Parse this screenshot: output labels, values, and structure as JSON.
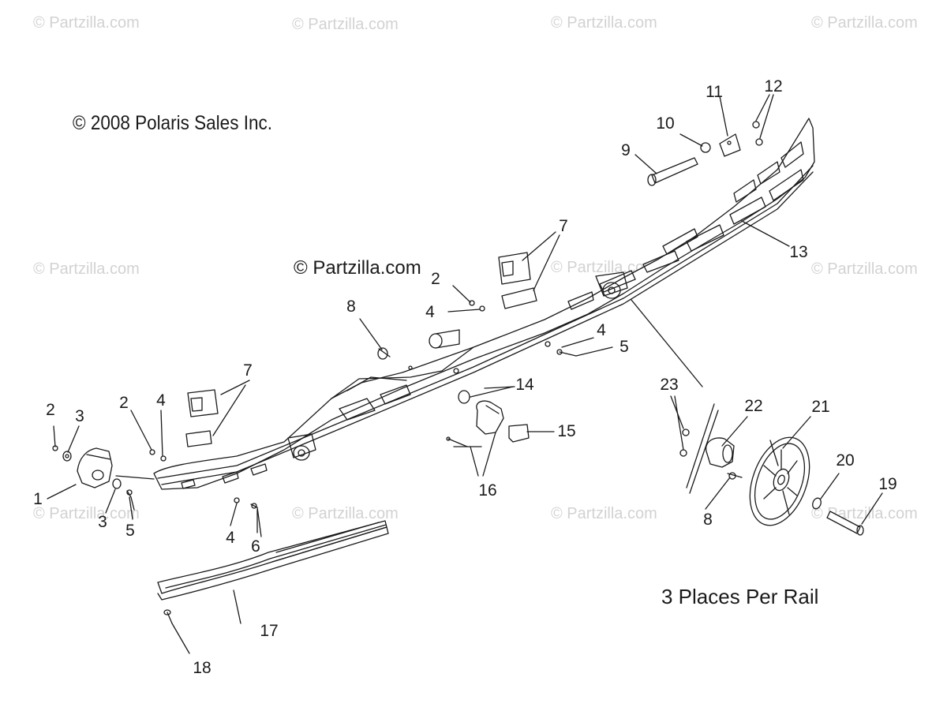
{
  "watermark_text": "© Partzilla.com",
  "copyright": "© 2008 Polaris Sales Inc.",
  "center_watermark": "© Partzilla.com",
  "note": "3 Places Per Rail",
  "callouts": {
    "c1": "1",
    "c2a": "2",
    "c2b": "2",
    "c2c": "2",
    "c3a": "3",
    "c3b": "3",
    "c4a": "4",
    "c4b": "4",
    "c4c": "4",
    "c4d": "4",
    "c5a": "5",
    "c5b": "5",
    "c6": "6",
    "c7a": "7",
    "c7b": "7",
    "c8a": "8",
    "c8b": "8",
    "c9": "9",
    "c10": "10",
    "c11": "11",
    "c12": "12",
    "c13": "13",
    "c14": "14",
    "c15": "15",
    "c16": "16",
    "c17": "17",
    "c18": "18",
    "c19": "19",
    "c20": "20",
    "c21": "21",
    "c22": "22",
    "c23": "23"
  },
  "colors": {
    "line": "#1a1a1a",
    "watermark": "#d2d2d2",
    "background": "#ffffff"
  }
}
